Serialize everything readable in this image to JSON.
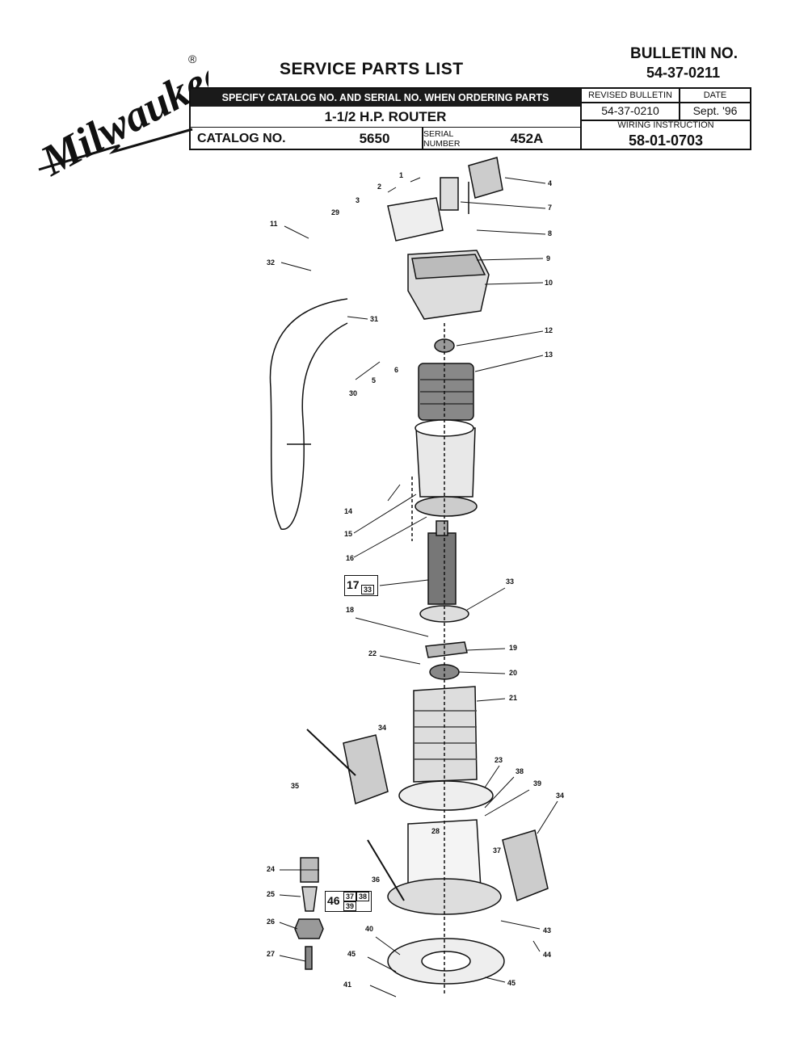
{
  "brand": {
    "logo_text": "Milwaukee",
    "registered": "®"
  },
  "header": {
    "title": "SERVICE PARTS LIST",
    "bulletin_label": "BULLETIN NO.",
    "bulletin_number": "54-37-0211",
    "specify_note": "SPECIFY CATALOG NO. AND SERIAL NO. WHEN ORDERING PARTS",
    "product_name": "1-1/2 H.P. ROUTER",
    "catalog_label": "CATALOG NO.",
    "catalog_number": "5650",
    "serial_label": "SERIAL NUMBER",
    "serial_number": "452A",
    "revised_label": "REVISED BULLETIN",
    "revised_value": "54-37-0210",
    "date_label": "DATE",
    "date_value": "Sept. '96",
    "wiring_label": "WIRING INSTRUCTION",
    "wiring_value": "58-01-0703"
  },
  "callouts": {
    "c1": "1",
    "c2": "2",
    "c3": "3",
    "c4": "4",
    "c5": "5",
    "c6": "6",
    "c7": "7",
    "c8": "8",
    "c9": "9",
    "c10": "10",
    "c11": "11",
    "c12": "12",
    "c13": "13",
    "c14": "14",
    "c15": "15",
    "c16": "16",
    "c18": "18",
    "c19": "19",
    "c20": "20",
    "c21": "21",
    "c22": "22",
    "c23": "23",
    "c24": "24",
    "c25": "25",
    "c26": "26",
    "c27": "27",
    "c28": "28",
    "c29": "29",
    "c30": "30",
    "c31": "31",
    "c32": "32",
    "c33": "33",
    "c34a": "34",
    "c34b": "34",
    "c35": "35",
    "c36": "36",
    "c37": "37",
    "c38": "38",
    "c39": "39",
    "c40": "40",
    "c41": "41",
    "c43": "43",
    "c44": "44",
    "c45a": "45",
    "c45b": "45"
  },
  "box_labels": {
    "b17": "17",
    "b17_sub": "33",
    "b46": "46",
    "b46_a": "37",
    "b46_b": "38",
    "b46_c": "39"
  }
}
